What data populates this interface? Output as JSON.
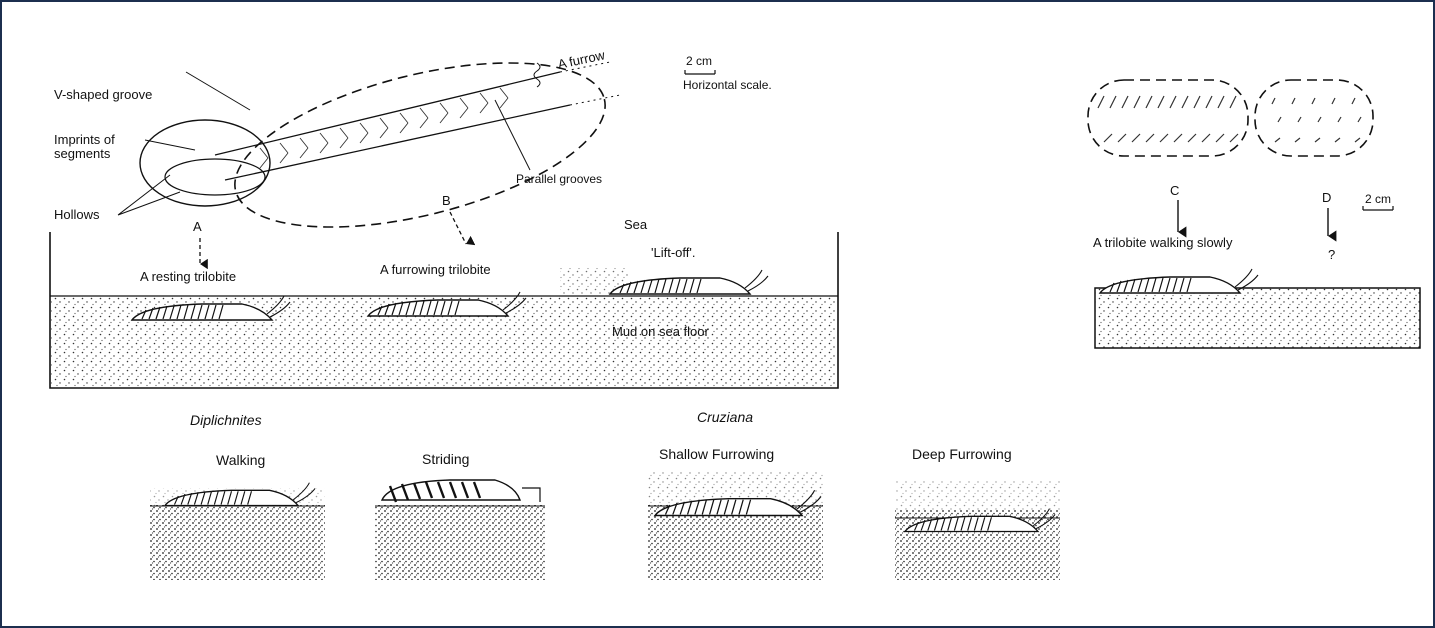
{
  "labels": {
    "v_groove": "V-shaped groove",
    "imprints": "Imprints of\nsegments",
    "hollows": "Hollows",
    "a_furrow": "A furrow",
    "scale_2cm_a": "2 cm",
    "horizontal_scale": "Horizontal scale.",
    "parallel_grooves": "Parallel grooves",
    "letter_a": "A",
    "letter_b": "B",
    "letter_c": "C",
    "letter_d": "D",
    "sea": "Sea",
    "lift_off": "'Lift-off'.",
    "resting": "A resting trilobite",
    "furrowing": "A furrowing trilobite",
    "mud": "Mud on sea floor",
    "walking_slowly": "A trilobite walking slowly",
    "question": "?",
    "scale_2cm_b": "2 cm",
    "diplichnites": "Diplichnites",
    "cruziana": "Cruziana",
    "walking": "Walking",
    "striding": "Striding",
    "shallow": "Shallow Furrowing",
    "deep": "Deep Furrowing"
  },
  "colors": {
    "frame_border": "#1c2f4f",
    "ink": "#111111"
  }
}
